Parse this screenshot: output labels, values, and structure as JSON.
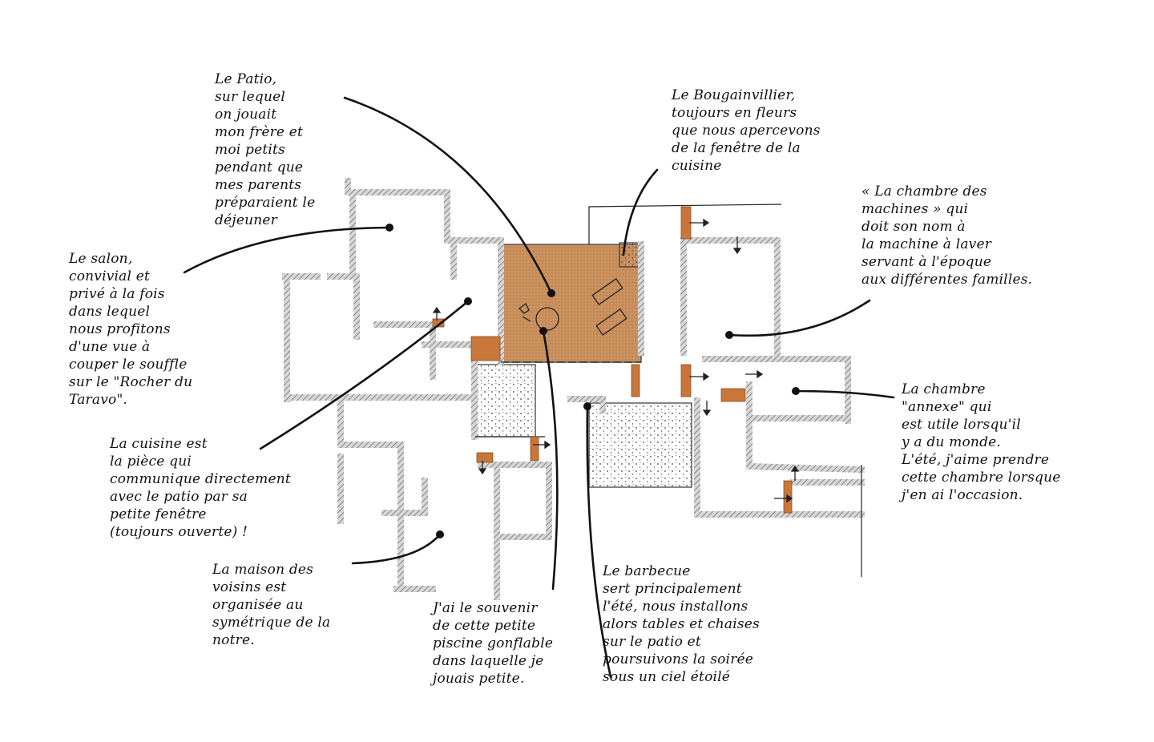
{
  "title": "Plan annoté de la maison",
  "colors": {
    "patio": "#c98f5c",
    "door": "#c8763a",
    "wall": "#8a8a8a",
    "ink": "#111111"
  },
  "annotations": [
    {
      "id": "patio",
      "lines": [
        "Le Patio,",
        "sur lequel",
        "on jouait",
        "mon frère et",
        "moi petits",
        "pendant que",
        "mes parents",
        "préparaient le",
        "déjeuner"
      ]
    },
    {
      "id": "bougainvillier",
      "lines": [
        "Le Bougainvillier,",
        "toujours en fleurs",
        "que nous apercevons",
        "de la fenêtre de la",
        "cuisine"
      ]
    },
    {
      "id": "chambre-machines",
      "lines": [
        "« La chambre des",
        "machines » qui",
        "doit son nom à",
        "la machine à laver",
        "servant à l'époque",
        "aux différentes familles."
      ]
    },
    {
      "id": "salon",
      "lines": [
        "Le salon,",
        "convivial et",
        "privé à la fois",
        "dans lequel",
        "nous profitons",
        "d'une vue à",
        "couper le souffle",
        "sur le \"Rocher du",
        "Taravo\"."
      ]
    },
    {
      "id": "cuisine",
      "lines": [
        "La cuisine est",
        "la pièce qui",
        "communique directement",
        "avec le patio par sa",
        "petite fenêtre",
        "(toujours ouverte) !"
      ]
    },
    {
      "id": "chambre-annexe",
      "lines": [
        "La chambre",
        "\"annexe\" qui",
        "est utile lorsqu'il",
        "y a du monde.",
        "L'été, j'aime prendre",
        "cette chambre lorsque",
        "j'en ai l'occasion."
      ]
    },
    {
      "id": "maison-voisins",
      "lines": [
        "La maison des",
        "voisins est",
        "organisée au",
        "symétrique de la",
        "notre."
      ]
    },
    {
      "id": "piscine",
      "lines": [
        "J'ai le souvenir",
        "de cette petite",
        "piscine gonflable",
        "dans laquelle je",
        "jouais petite."
      ]
    },
    {
      "id": "barbecue",
      "lines": [
        "Le barbecue",
        "sert principalement",
        "l'été, nous installons",
        "alors tables et chaises",
        "sur le patio et",
        "poursuivons la soirée",
        "sous un ciel étoilé"
      ]
    }
  ]
}
